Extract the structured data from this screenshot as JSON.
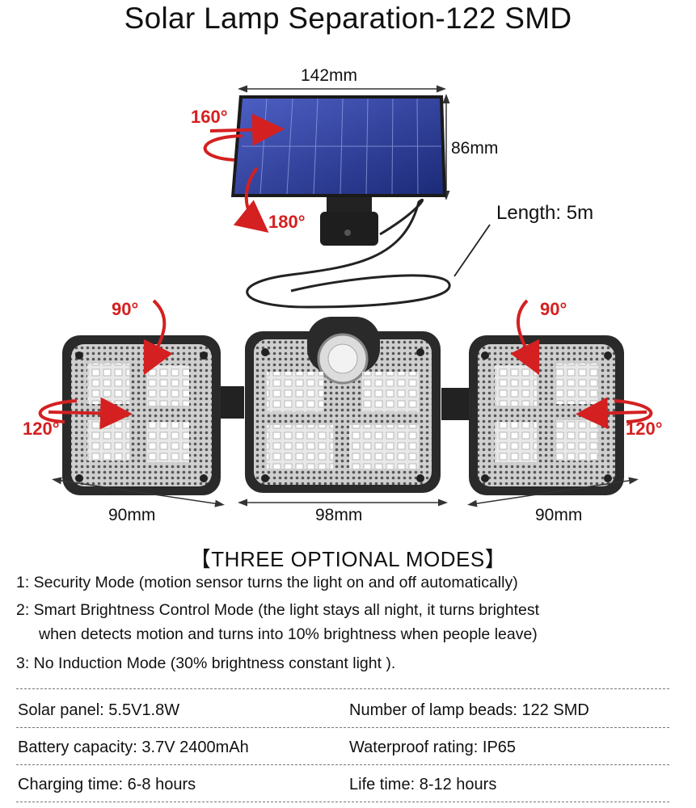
{
  "title": "Solar Lamp Separation-122 SMD",
  "panel": {
    "width_label": "142mm",
    "height_label": "86mm",
    "rotation_horizontal": "160°",
    "rotation_vertical": "180°"
  },
  "cable": {
    "length_label": "Length: 5m"
  },
  "lamps": {
    "left": {
      "tilt": "90°",
      "rotate": "120°",
      "width_label": "90mm"
    },
    "center": {
      "width_label": "98mm"
    },
    "right": {
      "tilt": "90°",
      "rotate": "120°",
      "width_label": "90mm"
    }
  },
  "modes": {
    "title": "【THREE OPTIONAL MODES】",
    "items": [
      {
        "line1": "1: Security Mode (motion sensor turns the light on and off automatically)"
      },
      {
        "line1": "2: Smart Brightness Control Mode (the light stays all night, it turns brightest",
        "line2": "when detects motion and turns into 10% brightness when people leave)"
      },
      {
        "line1": "3: No Induction Mode (30% brightness constant light )."
      }
    ]
  },
  "specs": [
    {
      "left": "Solar panel: 5.5V1.8W",
      "right": "Number of lamp beads: 122 SMD"
    },
    {
      "left": "Battery capacity: 3.7V 2400mAh",
      "right": "Waterproof rating: IP65"
    },
    {
      "left": "Charging time: 6-8 hours",
      "right": "Life time: 8-12 hours"
    }
  ],
  "colors": {
    "accent_red": "#d42020",
    "panel_blue": "#2f3f9a",
    "lamp_body": "#2a2a2a"
  }
}
